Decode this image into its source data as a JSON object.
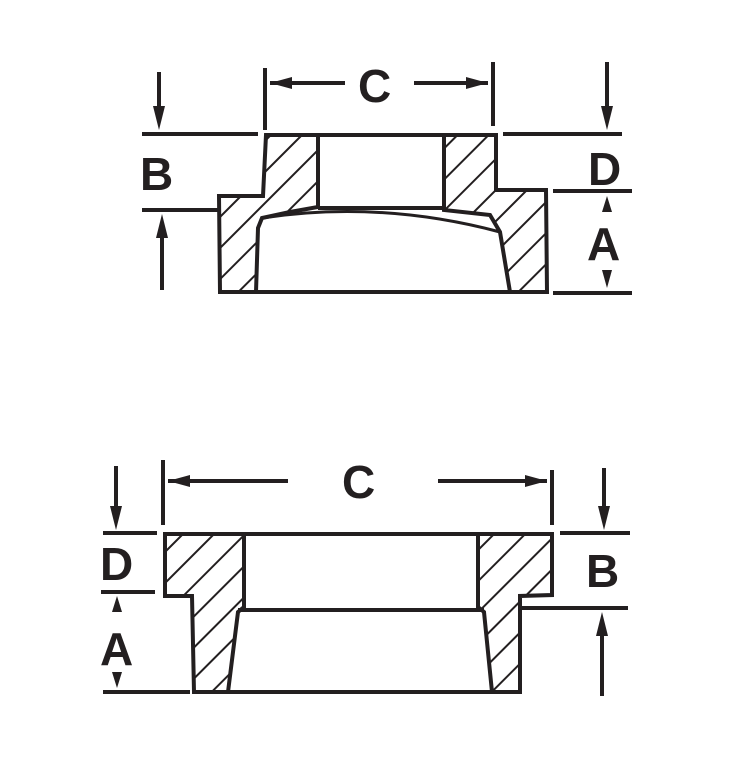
{
  "diagram": {
    "colors": {
      "ink": "#231f20",
      "background": "#ffffff"
    },
    "figures": [
      {
        "id": "top",
        "description": "Cross-section of reducing bushing (flanged top, wider lower skirt)",
        "labels": {
          "C": "C",
          "B": "B",
          "D": "D",
          "A": "A"
        }
      },
      {
        "id": "bottom",
        "description": "Cross-section of flush bushing (wide top flange, narrower lower body)",
        "labels": {
          "C": "C",
          "D": "D",
          "A": "A",
          "B": "B"
        }
      }
    ]
  }
}
